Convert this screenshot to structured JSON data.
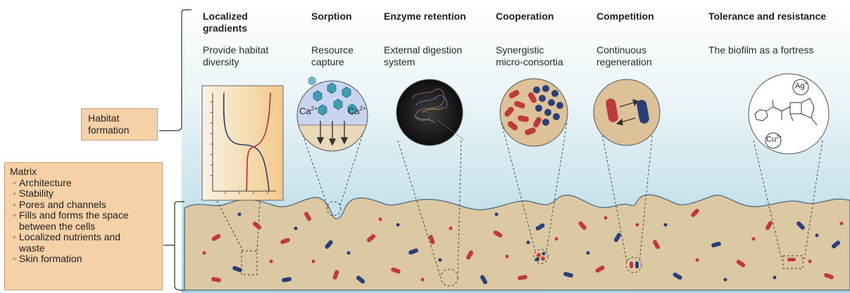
{
  "columns": [
    {
      "id": "localized",
      "heading": [
        "Localized",
        "gradients"
      ],
      "description": [
        "Provide habitat",
        "diversity"
      ]
    },
    {
      "id": "sorption",
      "heading": [
        "Sorption"
      ],
      "description": [
        "Resource",
        "capture"
      ]
    },
    {
      "id": "enzyme",
      "heading": [
        "Enzyme retention"
      ],
      "description": [
        "External digestion",
        "system"
      ]
    },
    {
      "id": "cooperation",
      "heading": [
        "Cooperation"
      ],
      "description": [
        "Synergistic",
        "micro-consortia"
      ]
    },
    {
      "id": "competition",
      "heading": [
        "Competition"
      ],
      "description": [
        "Continuous",
        "regeneration"
      ]
    },
    {
      "id": "tolerance",
      "heading": [
        "Tolerance and resistance"
      ],
      "description": [
        "The biofilm as a fortress"
      ]
    }
  ],
  "habitat_box": {
    "lines": [
      "Habitat",
      "formation"
    ]
  },
  "matrix_box": {
    "title": "Matrix",
    "items": [
      [
        "Architecture"
      ],
      [
        "Stability"
      ],
      [
        "Pores and channels"
      ],
      [
        "Fills and forms the space",
        "between the cells"
      ],
      [
        "Localized nutrients and",
        "waste"
      ],
      [
        "Skin formation"
      ]
    ]
  },
  "sorption_ions": [
    "Ca",
    "Ca"
  ],
  "sorption_charge": "2+",
  "tolerance_ions": [
    {
      "base": "Ag",
      "charge": "+"
    },
    {
      "base": "Cu",
      "charge": "2+"
    }
  ],
  "colors": {
    "sky_top": "#ffffff",
    "sky_bottom": "#a9d2e0",
    "biofilm": "#dcc9a4",
    "biofilm_edge": "#5f7785",
    "bacteria_red": "#c0393f",
    "bacteria_blue": "#2a3f78",
    "box_fill": "#f6d0a6"
  }
}
